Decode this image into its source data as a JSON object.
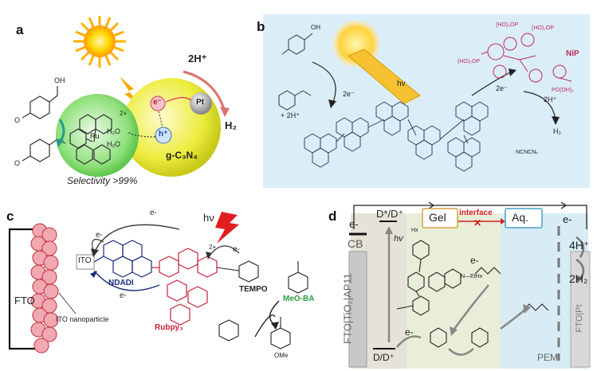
{
  "panel_a": {
    "label": "a",
    "sun_hv": "",
    "proton": "2H⁺",
    "h2": "H₂",
    "pt": "Pt",
    "electron": "e⁻",
    "hole": "h⁺",
    "catalyst": "g-C₃N₄",
    "ru": "Ru",
    "h2o_1": "H₂O",
    "h2o_2": "H₂O",
    "charge": "2+",
    "substrate_oh": "OH",
    "substrate_ome": "O",
    "product_ome": "O",
    "selectivity": "Selectivity >99%"
  },
  "panel_b": {
    "label": "b",
    "hv": "hv",
    "e1": "2e⁻",
    "e2": "2e⁻",
    "proton_out": "+ 2H⁺",
    "proton_in": "2H⁺",
    "h2": "H₂",
    "oh": "OH",
    "nip": "NiP",
    "phosphonate_1": "(HO)₂OP",
    "phosphonate_2": "(HO)₂OP",
    "phosphonate_3": "(HO)₂OP",
    "phosphonate_4": "PO(OH)₂",
    "ncn": "NCNCNₓ"
  },
  "panel_c": {
    "label": "c",
    "fto": "FTO",
    "ito": "ITO",
    "ito_particle": "ITO nanoparticle",
    "ndadi": "NDADI",
    "rubpy": "Rubpy₃",
    "tempo": "TEMPO",
    "meoba": "MeO-BA",
    "hv": "hν",
    "e1": "e-",
    "e2": "e-",
    "e3": "e-",
    "e4": "e-",
    "charge": "2+",
    "ome": "OMe"
  },
  "panel_d": {
    "label": "d",
    "electron_left": "e-",
    "cb": "CB",
    "fto_electrode": "FTO|TiO₂|AP11",
    "dstar": "D*/D⁺",
    "dd": "D/D⁺",
    "gel": "Gel",
    "interface": "interface",
    "aq": "Aq.",
    "electron_right": "e-",
    "protons": "4H⁺",
    "hydrogen": "2H₂",
    "pem": "PEM",
    "ftopt": "FTO|Pt",
    "hv": "hv",
    "e_mid": "e-",
    "e_low": "e-",
    "hx": "Hx",
    "neth": "N—EtHx",
    "colors": {
      "gel_bg": "#e9eed8",
      "aq_bg": "#d8ecf5",
      "cb_bar": "#c8c8c8",
      "interface_red": "#d02020"
    }
  }
}
